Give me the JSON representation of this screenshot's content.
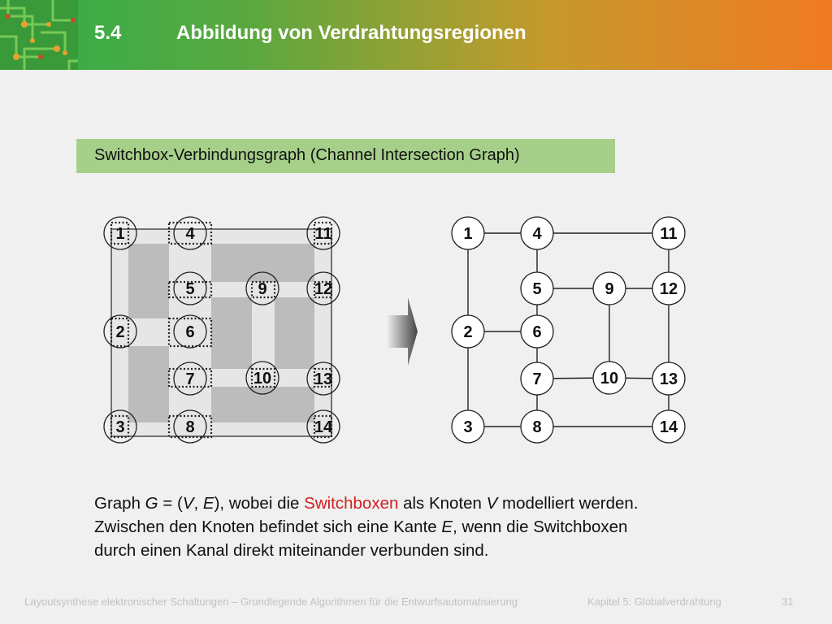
{
  "header": {
    "section": "5.4",
    "title": "Abbildung von Verdrahtungsregionen"
  },
  "subtitle": "Switchbox-Verbindungsgraph (Channel Intersection Graph)",
  "nodes": [
    "1",
    "2",
    "3",
    "4",
    "5",
    "6",
    "7",
    "8",
    "9",
    "10",
    "11",
    "12",
    "13",
    "14"
  ],
  "edges": [
    [
      "1",
      "4"
    ],
    [
      "4",
      "11"
    ],
    [
      "1",
      "2"
    ],
    [
      "2",
      "3"
    ],
    [
      "3",
      "8"
    ],
    [
      "8",
      "14"
    ],
    [
      "4",
      "5"
    ],
    [
      "5",
      "9"
    ],
    [
      "9",
      "12"
    ],
    [
      "5",
      "6"
    ],
    [
      "2",
      "6"
    ],
    [
      "6",
      "7"
    ],
    [
      "7",
      "8"
    ],
    [
      "7",
      "10"
    ],
    [
      "10",
      "13"
    ],
    [
      "9",
      "10"
    ],
    [
      "11",
      "12"
    ],
    [
      "12",
      "13"
    ],
    [
      "13",
      "14"
    ]
  ],
  "description": {
    "p1": "Graph ",
    "G": "G",
    "p2": " = (",
    "V": "V",
    "p3": ", ",
    "E": "E",
    "p4": "), wobei die ",
    "highlight": "Switchboxen",
    "p5": " als Knoten ",
    "V2": "V",
    "p6": " modelliert werden.",
    "line2a": "Zwischen den Knoten befindet sich eine Kante ",
    "E2": "E",
    "line2b": ", wenn die Switchboxen",
    "line3": "durch einen Kanal direkt miteinander verbunden sind."
  },
  "footer": {
    "left": "Layoutsynthese elektronischer Schaltungen – Grundlegende Algorithmen für die Entwurfsautomatisierung",
    "chapter": "Kapitel 5: Globalverdrahtung",
    "page": "31"
  },
  "colors": {
    "accent": "#d42020",
    "subtitle_bg": "#a6d08a",
    "header_start": "#2fae4a",
    "header_end": "#f07a22"
  }
}
